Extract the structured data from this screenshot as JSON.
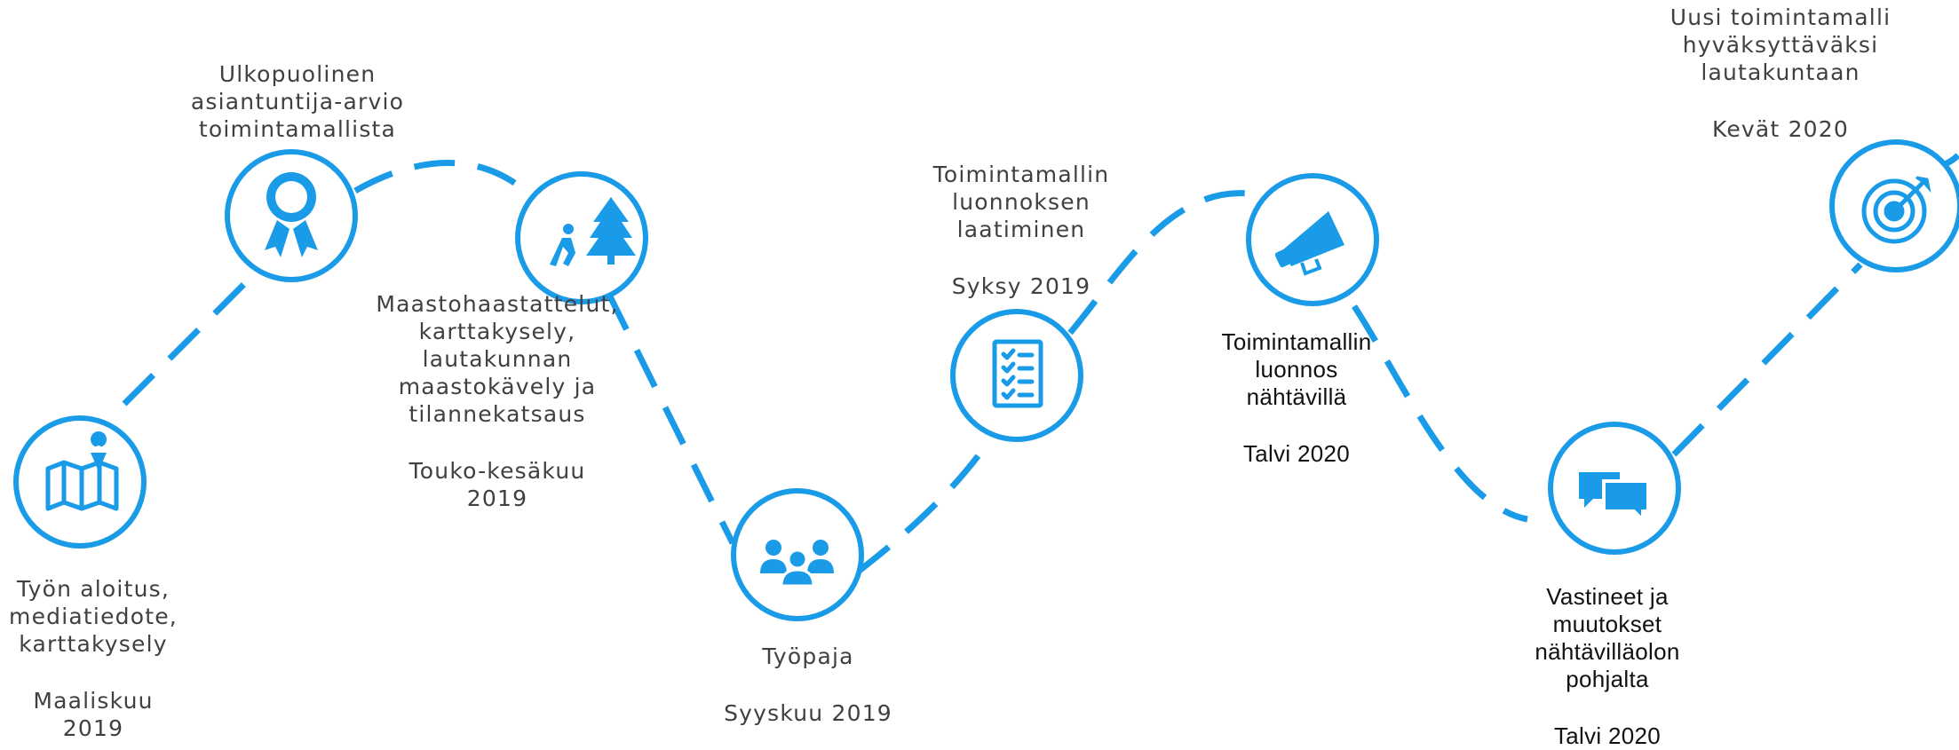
{
  "theme": {
    "accent": "#1a9be8",
    "text": "#404040",
    "text_dark": "#111111",
    "background": "#ffffff"
  },
  "milestones": [
    {
      "icon": "map-pin-icon",
      "description": "Työn aloitus,\nmediatiedote,\nkarttakysely",
      "date": "Maaliskuu 2019"
    },
    {
      "icon": "award-ribbon-icon",
      "description": "Ulkopuolinen\nasiantuntija-arvio\ntoimintamallista",
      "date": ""
    },
    {
      "icon": "hiker-tree-icon",
      "description": "Maastohaastattelut,\nkarttakysely,\nlautakunnan\nmaastokävely ja\ntilannekatsaus",
      "date": "Touko-kesäkuu\n2019"
    },
    {
      "icon": "group-icon",
      "description": "Työpaja",
      "date": "Syyskuu 2019"
    },
    {
      "icon": "checklist-icon",
      "description": "Toimintamallin\nluonnoksen\nlaatiminen",
      "date": "Syksy 2019"
    },
    {
      "icon": "megaphone-icon",
      "description": "Toimintamallin\nluonnos\nnähtävillä",
      "date": "Talvi 2020"
    },
    {
      "icon": "speech-bubbles-icon",
      "description": "Vastineet ja\nmuutokset\nnähtävilläolon\npohjalta",
      "date": "Talvi 2020"
    },
    {
      "icon": "target-icon",
      "description": "Uusi toimintamalli\nhyväksyttäväksi\nlautakuntaan",
      "date": "Kevät 2020"
    }
  ]
}
